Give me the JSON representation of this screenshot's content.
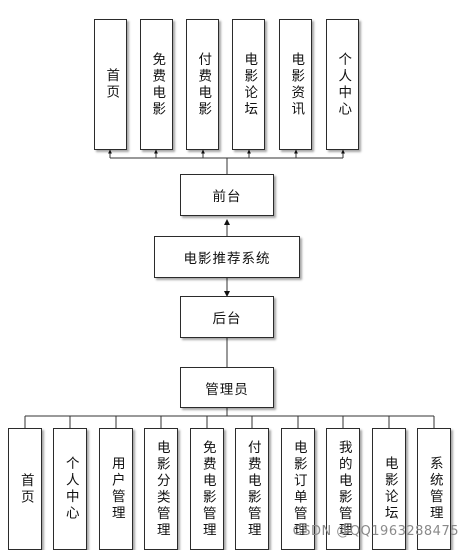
{
  "frontend": {
    "label": "前台",
    "modules": [
      "首页",
      "免费电影",
      "付费电影",
      "电影论坛",
      "电影资讯",
      "个人中心"
    ]
  },
  "system": {
    "label": "电影推荐系统"
  },
  "backend": {
    "label": "后台"
  },
  "admin": {
    "label": "管理员",
    "modules": [
      "首页",
      "个人中心",
      "用户管理",
      "电影分类管理",
      "免费电影管理",
      "付费电影管理",
      "电影订单管理",
      "我的电影管理",
      "电影论坛",
      "系统管理"
    ]
  },
  "watermark": "CSDN @QQ1963288475"
}
